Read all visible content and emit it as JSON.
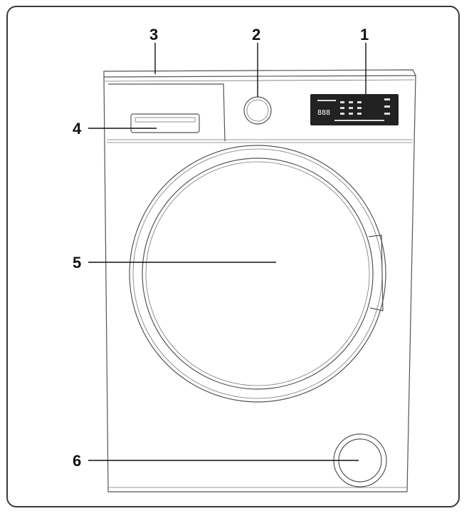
{
  "diagram": {
    "callouts": [
      {
        "id": "1",
        "label": "1"
      },
      {
        "id": "2",
        "label": "2"
      },
      {
        "id": "3",
        "label": "3"
      },
      {
        "id": "4",
        "label": "4"
      },
      {
        "id": "5",
        "label": "5"
      },
      {
        "id": "6",
        "label": "6"
      }
    ],
    "display_readout": "888",
    "colors": {
      "line": "#111111",
      "outline": "#555555",
      "display_bg": "#222222",
      "frame": "#3a3a3a"
    }
  }
}
